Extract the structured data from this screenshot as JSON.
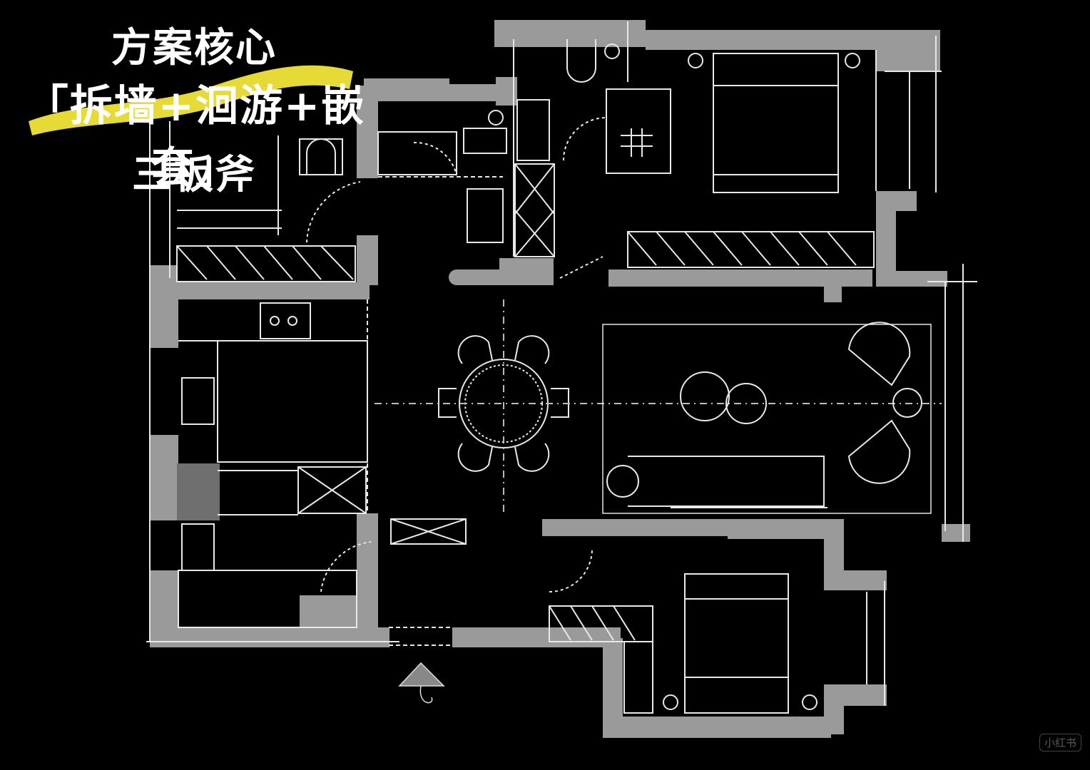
{
  "header": {
    "line1": "方案核心",
    "line2": "「拆墙+洄游+嵌套」",
    "line3": "三板斧"
  },
  "watermark": "小红书",
  "colors": {
    "background": "#000000",
    "wall": "#9a9a9a",
    "wall_dark": "#6f6f6f",
    "line": "#e8e8e8",
    "highlight": "#f2e63a"
  }
}
